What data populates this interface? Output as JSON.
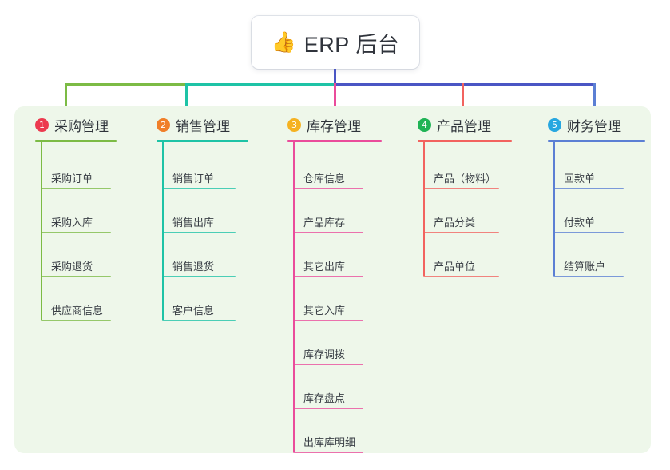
{
  "root": {
    "icon": "thumbs-up-icon",
    "emoji": "👍",
    "title": "ERP 后台"
  },
  "theme": {
    "panel_bg": "#eef7ea",
    "page_bg": "#ffffff",
    "root_text": "#30343c",
    "leaf_text": "#3a3f46",
    "trunk_line": "#4a56c4"
  },
  "columns": [
    {
      "index": "1",
      "title": "采购管理",
      "badge_color": "#ec3a4f",
      "line_color": "#7cbb45",
      "items": [
        "采购订单",
        "采购入库",
        "采购退货",
        "供应商信息"
      ]
    },
    {
      "index": "2",
      "title": "销售管理",
      "badge_color": "#f07f29",
      "line_color": "#1ec3a6",
      "items": [
        "销售订单",
        "销售出库",
        "销售退货",
        "客户信息"
      ]
    },
    {
      "index": "3",
      "title": "库存管理",
      "badge_color": "#f5b221",
      "line_color": "#ea4c9b",
      "items": [
        "仓库信息",
        "产品库存",
        "其它出库",
        "其它入库",
        "库存调拨",
        "库存盘点",
        "出库库明细"
      ]
    },
    {
      "index": "4",
      "title": "产品管理",
      "badge_color": "#1fb355",
      "line_color": "#f2635f",
      "items": [
        "产品（物料）",
        "产品分类",
        "产品单位"
      ]
    },
    {
      "index": "5",
      "title": "财务管理",
      "badge_color": "#27a7e0",
      "line_color": "#5b7fd4",
      "items": [
        "回款单",
        "付款单",
        "结算账户"
      ]
    }
  ],
  "connectors": {
    "trunk_color": "#4a56c4",
    "bus_segments": [
      {
        "color": "#7cbb45",
        "note": "left segment to column 1"
      },
      {
        "color": "#1ec3a6",
        "note": "segment to column 2"
      },
      {
        "color": "#4a56c4",
        "note": "right segment to columns 4 and 5"
      }
    ],
    "drop_colors": [
      "#7cbb45",
      "#1ec3a6",
      "#ea4c9b",
      "#f2635f",
      "#5b7fd4"
    ]
  }
}
